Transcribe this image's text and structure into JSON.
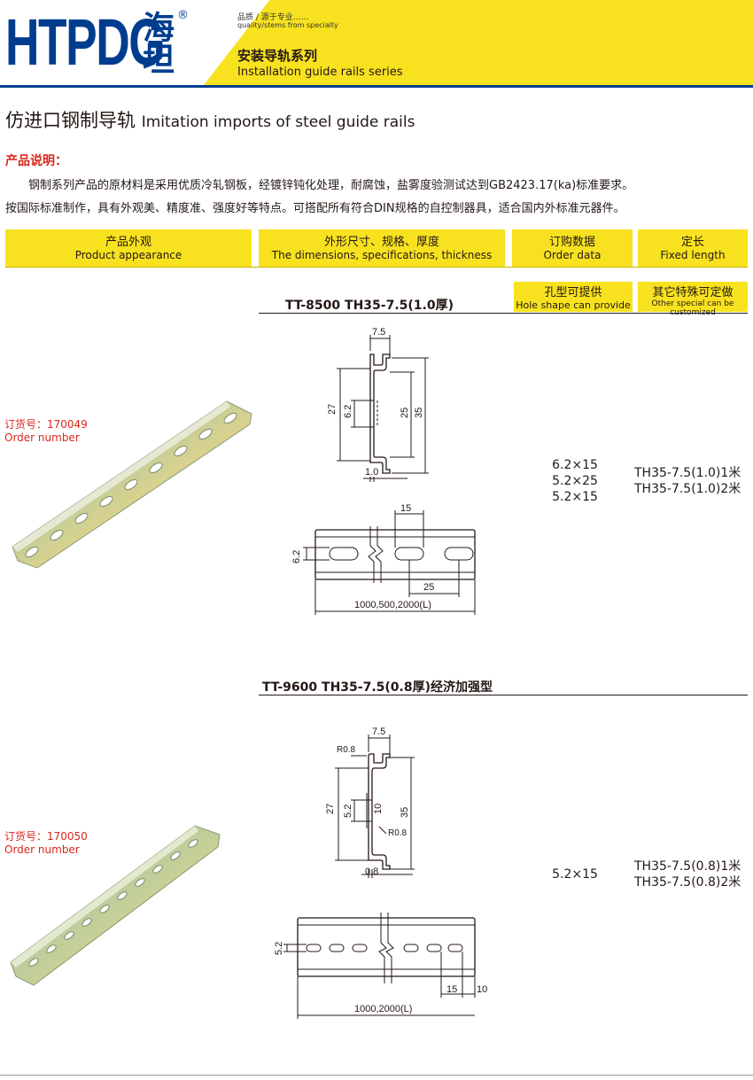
{
  "header": {
    "logo": "HTPDG",
    "logo_cn": "海坦",
    "registered": "®",
    "slogan_cn": "品质 / 源于专业……",
    "slogan_en": "quality/stems from specialty",
    "series_cn": "安装导轨系列",
    "series_en": "Installation guide rails series"
  },
  "title": {
    "cn": "仿进口钢制导轨",
    "en": "Imitation imports of steel guide rails"
  },
  "description": {
    "label": "产品说明：",
    "p1": "钢制系列产品的原材料是采用优质冷轧钢板，经镀锌钝化处理，耐腐蚀，盐雾度验测试达到GB2423.17(ka)标准要求。",
    "p2": "按国际标准制作，具有外观美、精度准、强度好等特点。可搭配所有符合DIN规格的自控制器具，适合国内外标准元器件。"
  },
  "table_header": [
    {
      "cn": "产品外观",
      "en": "Product appearance"
    },
    {
      "cn": "外形尺寸、规格、厚度",
      "en": "The dimensions, specifications, thickness"
    },
    {
      "cn": "订购数据",
      "en": "Order data"
    },
    {
      "cn": "定长",
      "en": "Fixed length"
    }
  ],
  "sub_header": [
    {
      "cn": "孔型可提供",
      "en": "Hole shape can provide"
    },
    {
      "cn": "其它特殊可定做",
      "en": "Other special can be customized"
    }
  ],
  "products": [
    {
      "model": "TT-8500   TH35-7.5(1.0厚)",
      "order_cn": "订货号：170049",
      "order_en": "Order number",
      "holes": [
        "6.2×15",
        "5.2×25",
        "5.2×15"
      ],
      "lengths": [
        "TH35-7.5(1.0)1米",
        "TH35-7.5(1.0)2米"
      ],
      "dims": {
        "top": "7.5",
        "h27": "27",
        "h62": "6.2",
        "h25": "25",
        "h35": "35",
        "t": "1.0",
        "w15": "15",
        "side": "6.2",
        "pitch": "25",
        "len": "1000,500,2000(L)"
      }
    },
    {
      "model": "TT-9600   TH35-7.5(0.8厚)经济加强型",
      "order_cn": "订货号：170050",
      "order_en": "Order number",
      "holes": [
        "5.2×15"
      ],
      "lengths": [
        "TH35-7.5(0.8)1米",
        "TH35-7.5(0.8)2米"
      ],
      "dims": {
        "top": "7.5",
        "r1": "R0.8",
        "h27": "27",
        "h52": "5.2",
        "h10": "10",
        "h35": "35",
        "r2": "R0.8",
        "t": "0.8",
        "side": "5.2",
        "w15": "15",
        "w10": "10",
        "len": "1000,2000(L)"
      }
    }
  ],
  "colors": {
    "brand_blue": "#003d8f",
    "yellow": "#f8e21f",
    "red_label": "#d9261c"
  }
}
